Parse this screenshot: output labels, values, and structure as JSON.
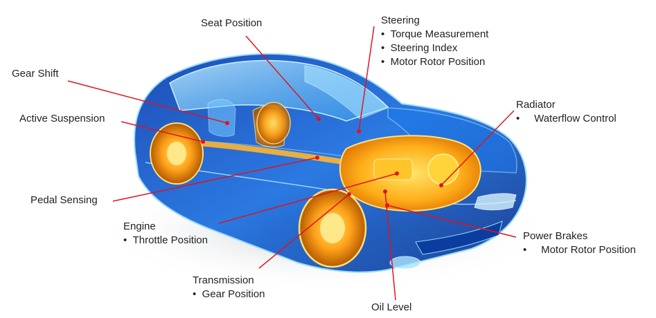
{
  "colors": {
    "leader": "#e0141e",
    "body_blue": "#1a5fd6",
    "body_light": "#7fd0ff",
    "engine_orange": "#ff9c10",
    "engine_yellow": "#ffd84a"
  },
  "labels": {
    "seat_position": {
      "title": "Seat Position"
    },
    "gear_shift": {
      "title": "Gear Shift"
    },
    "active_suspension": {
      "title": "Active Suspension"
    },
    "pedal_sensing": {
      "title": "Pedal Sensing"
    },
    "engine": {
      "title": "Engine",
      "items": [
        "Throttle Position"
      ]
    },
    "transmission": {
      "title": "Transmission",
      "items": [
        "Gear Position"
      ]
    },
    "steering": {
      "title": "Steering",
      "items": [
        "Torque Measurement",
        "Steering Index",
        "Motor Rotor Position"
      ]
    },
    "radiator": {
      "title": "Radiator",
      "items": [
        "Waterflow Control"
      ]
    },
    "power_brakes": {
      "title": "Power Brakes",
      "items": [
        "Motor Rotor Position"
      ]
    },
    "oil_level": {
      "title": "Oil Level"
    }
  }
}
